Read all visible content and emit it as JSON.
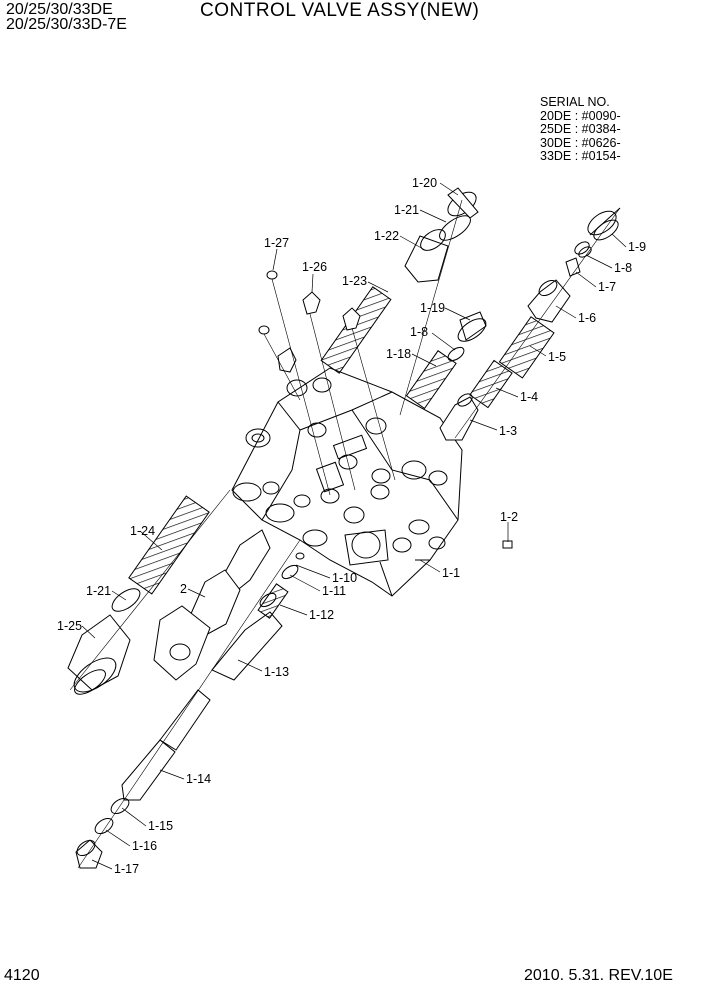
{
  "header": {
    "model_line1": "20/25/30/33DE",
    "model_line2": "20/25/30/33D-7E",
    "title": "CONTROL VALVE ASSY(NEW)"
  },
  "serial": {
    "heading": "SERIAL NO.",
    "lines": [
      "20DE : #0090-",
      "25DE : #0384-",
      "30DE : #0626-",
      "33DE : #0154-"
    ]
  },
  "parts": {
    "p1_20": "1-20",
    "p1_21a": "1-21",
    "p1_22": "1-22",
    "p1_27": "1-27",
    "p1_26": "1-26",
    "p1_23": "1-23",
    "p1_19": "1-19",
    "p1_8a": "1-8",
    "p1_18": "1-18",
    "p1_9": "1-9",
    "p1_8b": "1-8",
    "p1_7": "1-7",
    "p1_6": "1-6",
    "p1_5": "1-5",
    "p1_4": "1-4",
    "p1_3": "1-3",
    "p1_2": "1-2",
    "p1_1": "1-1",
    "p1_24": "1-24",
    "p2": "2",
    "p1_10": "1-10",
    "p1_11": "1-11",
    "p1_12": "1-12",
    "p1_21b": "1-21",
    "p1_25": "1-25",
    "p1_13": "1-13",
    "p1_14": "1-14",
    "p1_15": "1-15",
    "p1_16": "1-16",
    "p1_17": "1-17"
  },
  "footer": {
    "page": "4120",
    "date_rev": "2010. 5.31.  REV.10E"
  }
}
